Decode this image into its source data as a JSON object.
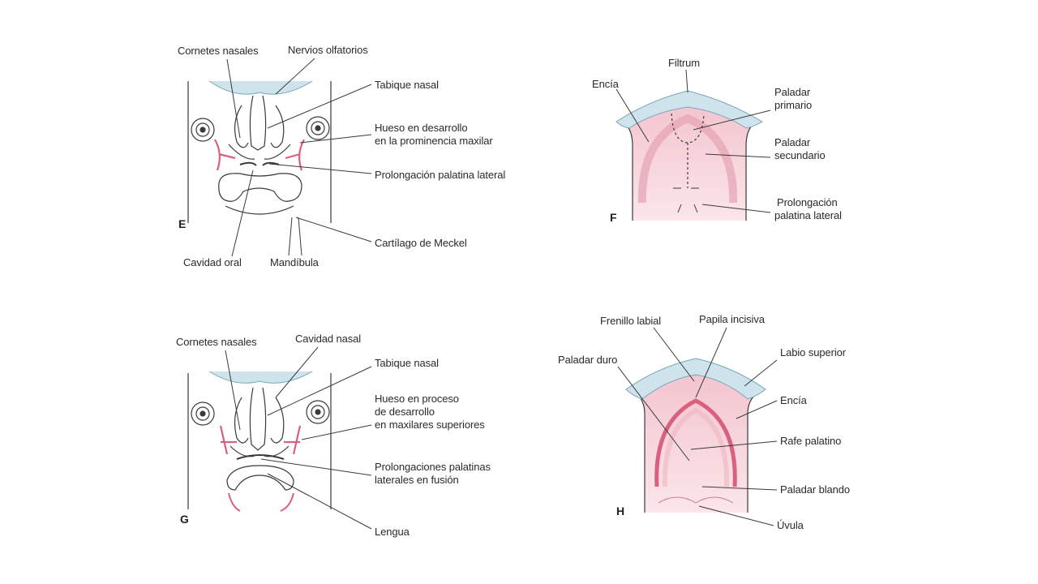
{
  "panels": {
    "E": {
      "letter": "E",
      "labels": {
        "cornetes": "Cornetes nasales",
        "nervios": "Nervios olfatorios",
        "tabique": "Tabique nasal",
        "hueso_1": "Hueso en desarrollo",
        "hueso_2": "en la prominencia maxilar",
        "prolongacion": "Prolongación palatina lateral",
        "cartilago": "Cartílago de Meckel",
        "cavidad_oral": "Cavidad oral",
        "mandibula": "Mandíbula"
      }
    },
    "F": {
      "letter": "F",
      "labels": {
        "filtrum": "Filtrum",
        "encia": "Encía",
        "paladar_primario_1": "Paladar",
        "paladar_primario_2": "primario",
        "paladar_secundario_1": "Paladar",
        "paladar_secundario_2": "secundario",
        "prolongacion_1": "Prolongación",
        "prolongacion_2": "palatina lateral"
      }
    },
    "G": {
      "letter": "G",
      "labels": {
        "cornetes": "Cornetes nasales",
        "cavidad_nasal": "Cavidad nasal",
        "tabique": "Tabique nasal",
        "hueso_1": "Hueso en proceso",
        "hueso_2": "de desarrollo",
        "hueso_3": "en maxilares superiores",
        "prolongaciones_1": "Prolongaciones palatinas",
        "prolongaciones_2": "laterales en fusión",
        "lengua": "Lengua"
      }
    },
    "H": {
      "letter": "H",
      "labels": {
        "frenillo": "Frenillo labial",
        "papila": "Papila incisiva",
        "paladar_duro": "Paladar duro",
        "labio_superior": "Labio superior",
        "encia": "Encía",
        "rafe": "Rafe palatino",
        "paladar_blando": "Paladar blando",
        "uvula": "Úvula"
      }
    }
  },
  "colors": {
    "line": "#3a3a3a",
    "pink": "#f4c6d0",
    "pink_dark": "#d9607e",
    "blue": "#cfe3ec"
  }
}
